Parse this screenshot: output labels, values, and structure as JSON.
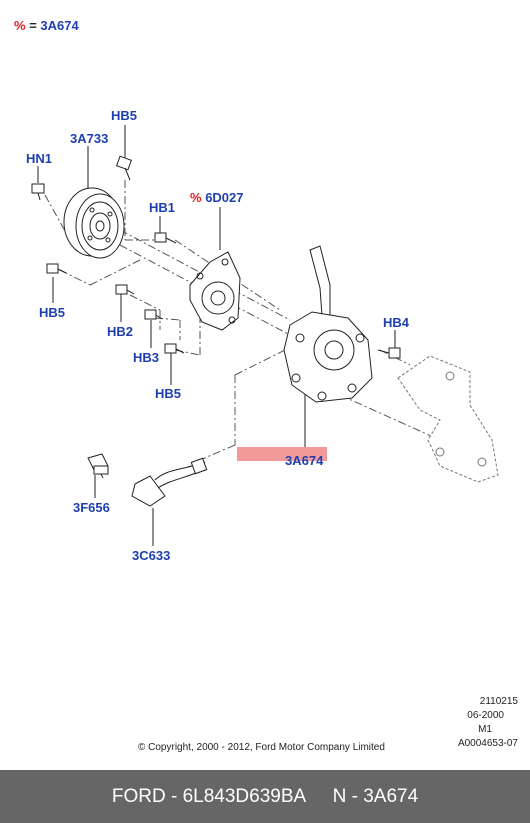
{
  "legend": {
    "marker": "%",
    "equals": "=",
    "code": "3A674"
  },
  "callouts": {
    "hb5_top": "HB5",
    "a733": "3A733",
    "hn1": "HN1",
    "pct_6d027": "%",
    "d027": "6D027",
    "hb1": "HB1",
    "hb5_left": "HB5",
    "hb2": "HB2",
    "hb3": "HB3",
    "hb5_bottom": "HB5",
    "hb4": "HB4",
    "pump": "3A674",
    "f656": "3F656",
    "c633": "3C633"
  },
  "highlight_color": "#f29a9a",
  "meta": {
    "line1": "2110215",
    "line2": "06-2000",
    "line3": "M1",
    "line4": "A0004653-07"
  },
  "copyright": "© Copyright, 2000 - 2012, Ford Motor Company Limited",
  "footer": {
    "brand": "FORD - 6L843D639BA",
    "part": "N - 3A674"
  }
}
